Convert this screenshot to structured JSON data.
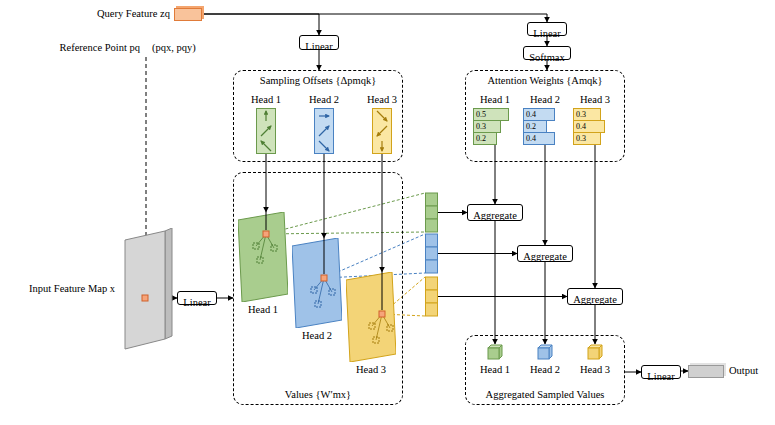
{
  "diagram": {
    "nodes": [
      {
        "text": [
          "Query Feature zq"
        ]
      },
      {
        "text": [
          "Linear"
        ]
      },
      {
        "text": [
          "Sampling Offsets {Δpmqk}"
        ]
      },
      {
        "text": [
          "Head 1"
        ],
        "in": 2
      },
      {
        "text": [
          "Head 2"
        ],
        "in": 2
      },
      {
        "text": [
          "Head 3"
        ],
        "in": 2
      },
      {
        "text": [
          "Linear"
        ]
      },
      {
        "text": [
          "Softmax"
        ]
      },
      {
        "text": [
          "Attention Weights {Amqk}"
        ]
      },
      {
        "text": [
          "Head 1",
          "0.5",
          "0.3",
          "0.2"
        ],
        "in": 8
      },
      {
        "text": [
          "Head 2",
          "0.4",
          "0.2",
          "0.4"
        ],
        "in": 8
      },
      {
        "text": [
          "Head 3",
          "0.3",
          "0.4",
          "0.3"
        ],
        "in": 8
      },
      {
        "text": [
          "Input Feature Map x"
        ]
      },
      {
        "text": [
          "Linear"
        ]
      },
      {
        "text": [
          "Values {W′mx}"
        ]
      },
      {
        "text": [
          "Head 1"
        ],
        "in": 14
      },
      {
        "text": [
          "Head 2"
        ],
        "in": 14
      },
      {
        "text": [
          "Head 3"
        ],
        "in": 14
      },
      {
        "text": [
          "Aggregate"
        ]
      },
      {
        "text": [
          "Aggregate"
        ]
      },
      {
        "text": [
          "Aggregate"
        ]
      },
      {
        "text": [
          "Aggregated Sampled Values"
        ]
      },
      {
        "text": [
          "Head 1"
        ],
        "in": 21
      },
      {
        "text": [
          "Head 2"
        ],
        "in": 21
      },
      {
        "text": [
          "Head 3"
        ],
        "in": 21
      },
      {
        "text": [
          "Linear"
        ]
      },
      {
        "text": [
          "Output"
        ]
      }
    ],
    "edges": [
      {
        "from": 0,
        "to": 1,
        "arrow": "to"
      },
      {
        "from": 0,
        "to": 6,
        "arrow": "to"
      },
      {
        "from": 1,
        "to": 2,
        "arrow": "to"
      },
      {
        "from": 6,
        "to": 7,
        "arrow": "to"
      },
      {
        "from": 7,
        "to": 8,
        "arrow": "to"
      },
      {
        "from": 3,
        "to": 15,
        "arrow": "to"
      },
      {
        "from": 4,
        "to": 16,
        "arrow": "to"
      },
      {
        "from": 5,
        "to": 17,
        "arrow": "to"
      },
      {
        "from": 9,
        "to": 18,
        "arrow": "to"
      },
      {
        "from": 10,
        "to": 19,
        "arrow": "to"
      },
      {
        "from": 11,
        "to": 20,
        "arrow": "to"
      },
      {
        "from": 18,
        "to": 22,
        "arrow": "to"
      },
      {
        "from": 19,
        "to": 23,
        "arrow": "to"
      },
      {
        "from": 20,
        "to": 24,
        "arrow": "to"
      },
      {
        "from": 12,
        "to": 13,
        "arrow": "to"
      },
      {
        "from": 13,
        "to": 14,
        "arrow": "to"
      },
      {
        "from": 21,
        "to": 25,
        "arrow": "to"
      },
      {
        "from": 25,
        "to": 26,
        "arrow": "to"
      }
    ],
    "labels": [
      "Reference Point pq",
      "(pqx, pqy)"
    ]
  }
}
